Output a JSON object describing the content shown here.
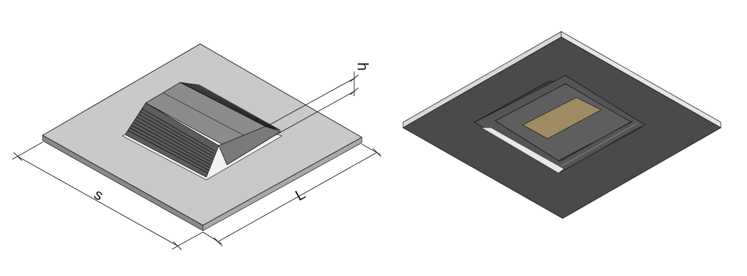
{
  "figure": {
    "labels": {
      "height": "h",
      "side": "s",
      "length": "L"
    },
    "colors": {
      "plate_light": "#c9c9c9",
      "plate_light_edge": "#8a8a8a",
      "housing_dark": "#5c5c5c",
      "housing_mid": "#8c8c8c",
      "plate_dark": "#4a4a4a",
      "plate_dark_edge": "#d8d8d8",
      "flashing_dark": "#555555",
      "inner_panel": "#a08c62",
      "dimension_line": "#111111"
    }
  }
}
